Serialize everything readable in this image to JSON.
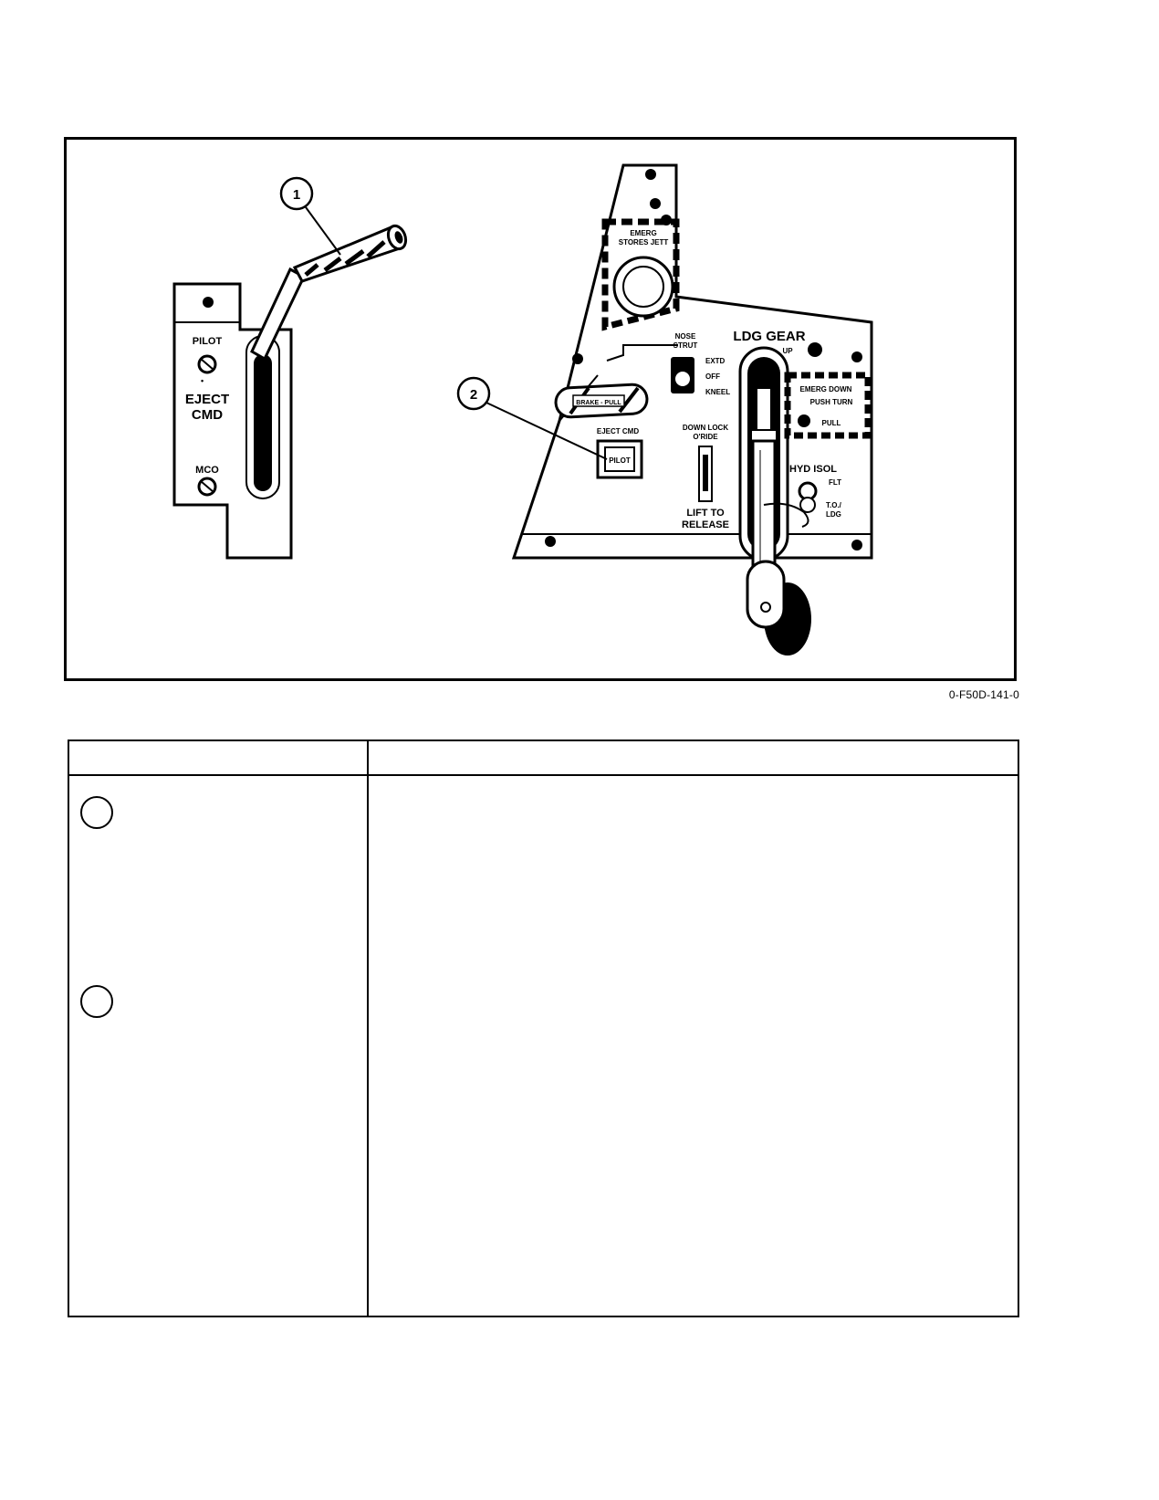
{
  "figure": {
    "left_panel": {
      "labels": [
        "PILOT",
        "EJECT",
        "CMD",
        "MCO"
      ]
    },
    "right_panel": {
      "labels": {
        "emerg_stores": [
          "EMERG",
          "STORES JETT"
        ],
        "nose_strut": [
          "NOSE",
          "STRUT"
        ],
        "strut_positions": [
          "EXTD",
          "OFF",
          "KNEEL"
        ],
        "brake_handle": "BRAKE - PULL",
        "eject_cmd": "EJECT CMD",
        "eject_cmd_button": "PILOT",
        "down_lock": [
          "DOWN LOCK",
          "O'RIDE"
        ],
        "lift_release": [
          "LIFT TO",
          "RELEASE"
        ],
        "ldg_gear": "LDG GEAR",
        "up": "UP",
        "emerg_down": [
          "EMERG DOWN",
          "PUSH TURN",
          "PULL"
        ],
        "hyd_isol": "HYD ISOL",
        "hyd_positions": [
          "FLT",
          "T.O./",
          "LDG"
        ]
      }
    },
    "callouts": [
      "1",
      "2"
    ],
    "figure_id": "0-F50D-141-0"
  },
  "table": {
    "header": [
      "",
      ""
    ],
    "items": [
      {
        "marker": "",
        "description": ""
      },
      {
        "marker": "",
        "description": ""
      }
    ]
  }
}
